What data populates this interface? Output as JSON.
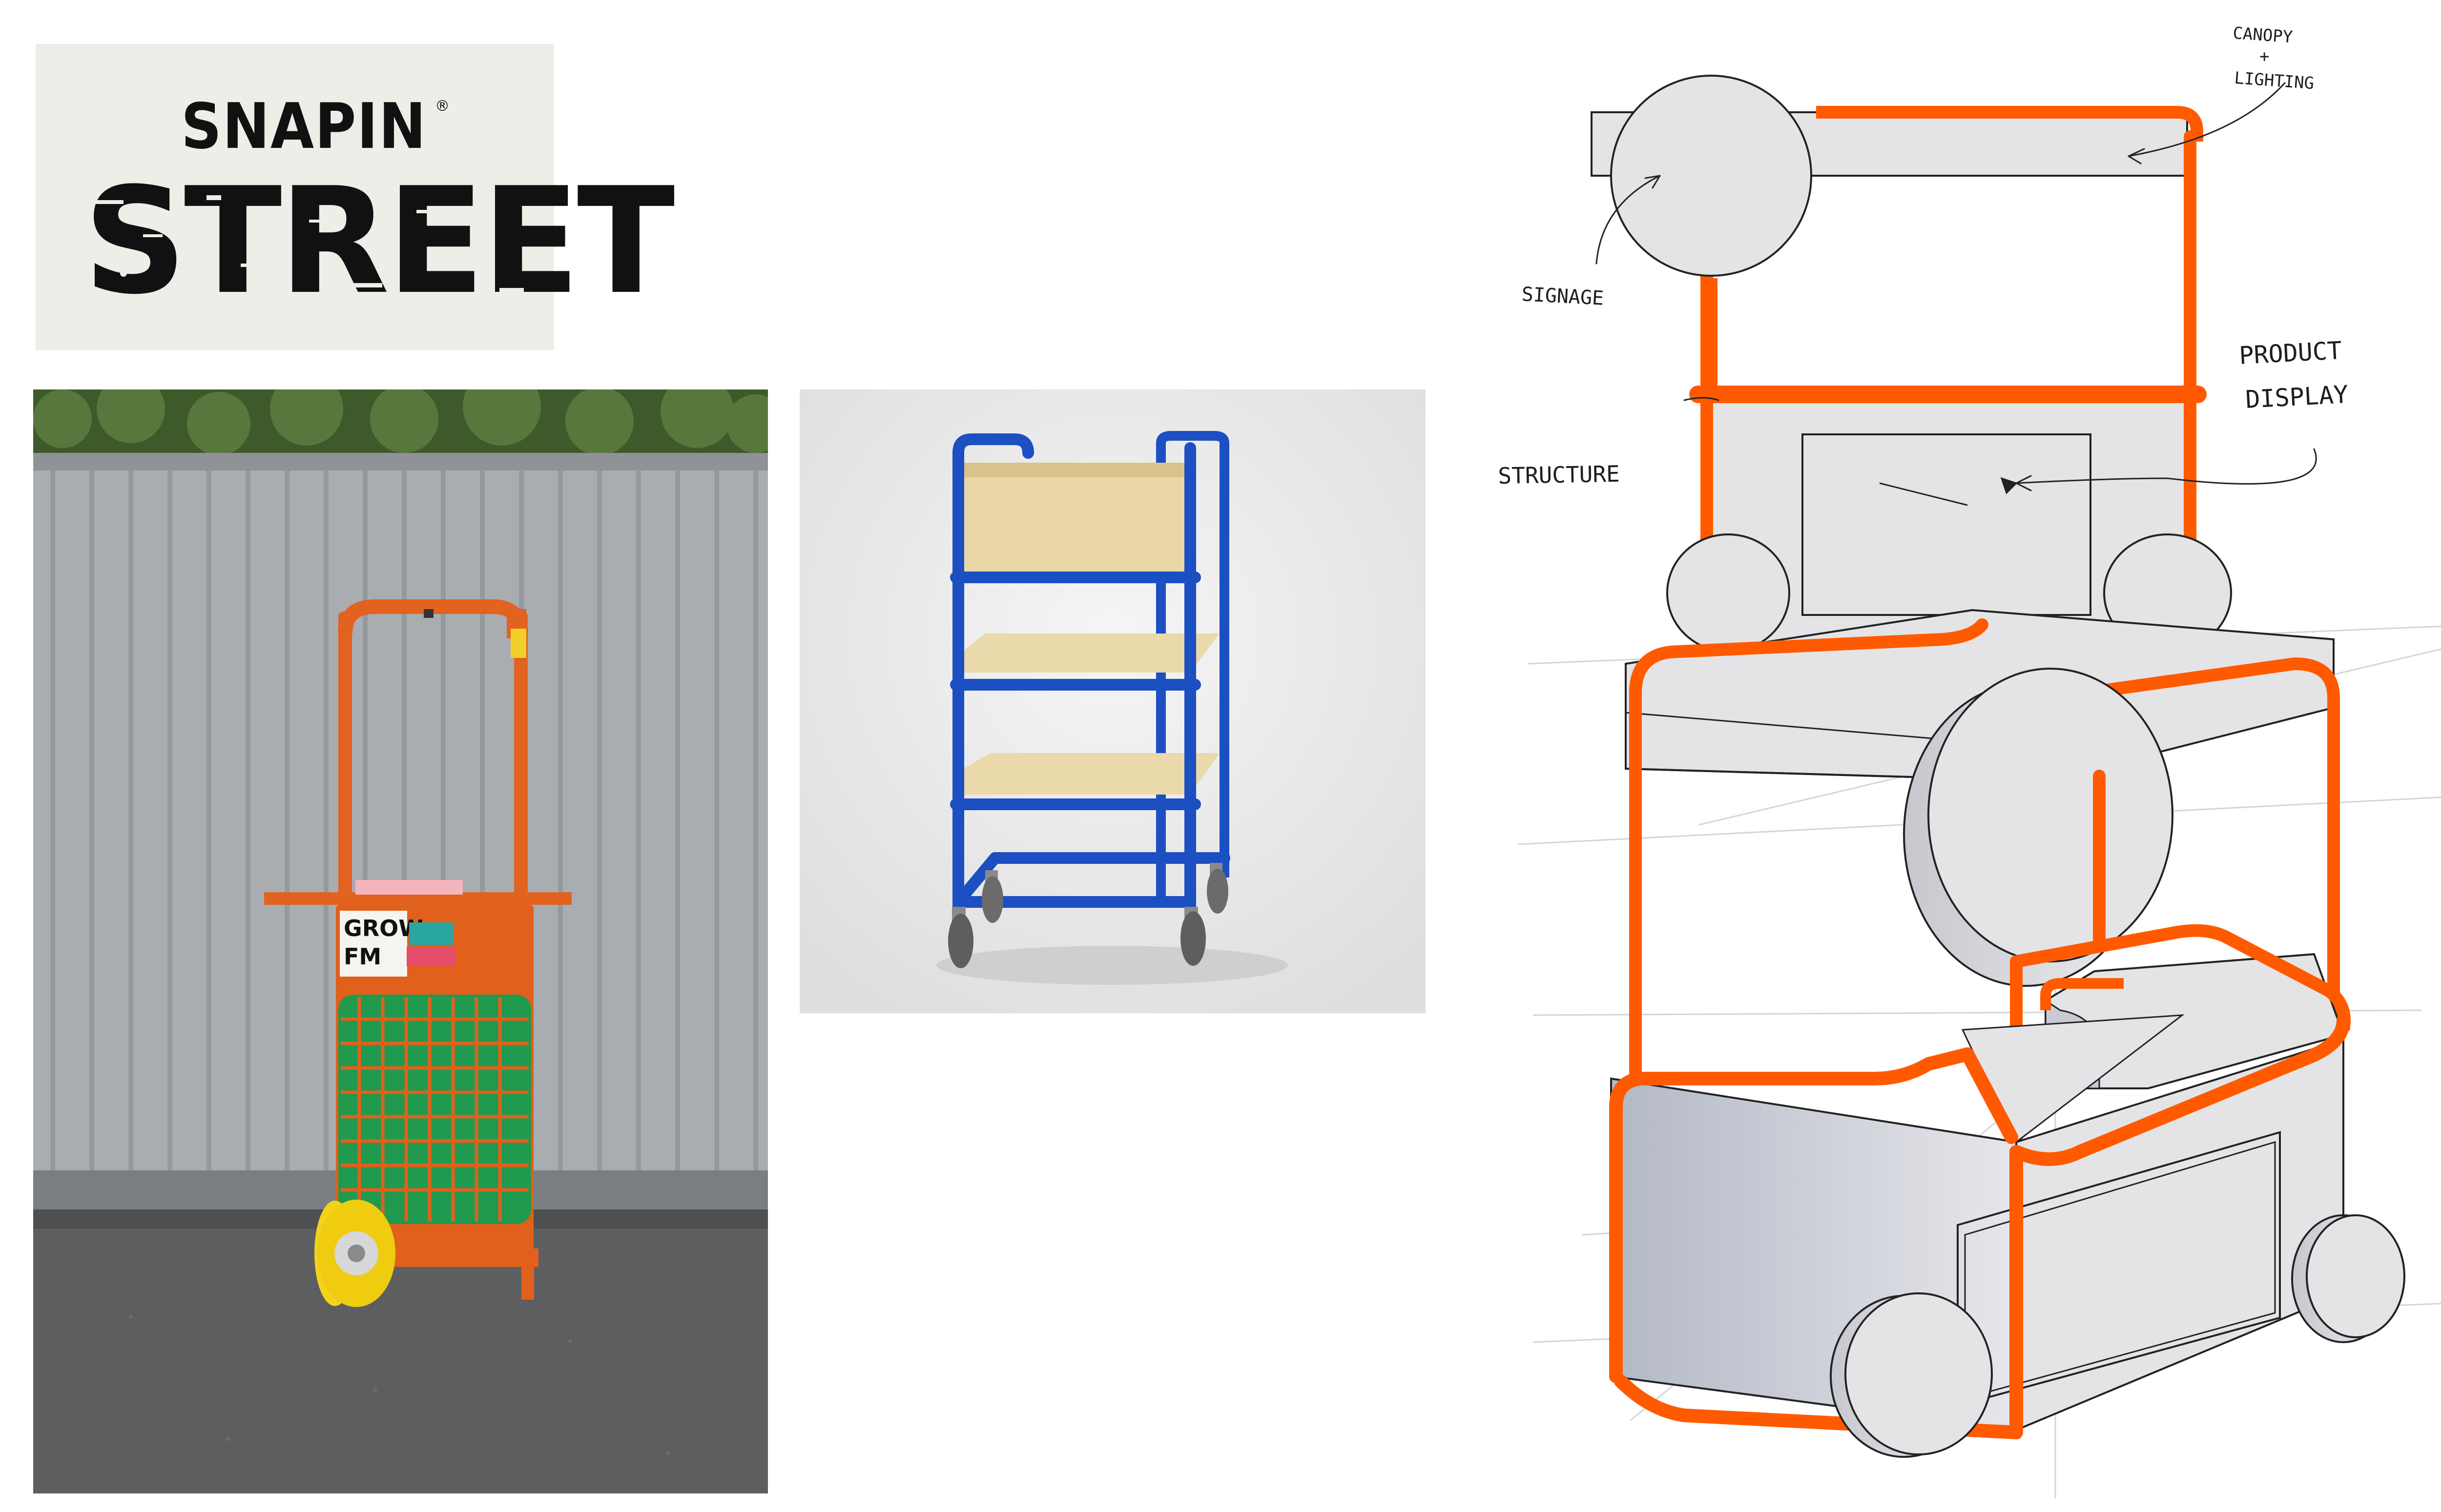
{
  "logo": {
    "top_word": "SNAPIN",
    "registered_mark": "®",
    "bottom_word": "STREET",
    "colors": {
      "background": "#eeede7",
      "ink": "#111111"
    }
  },
  "cart_photo": {
    "sticker_lines": [
      "GROW",
      "FM"
    ],
    "colors": {
      "frame": "#e2621f",
      "grid_panel": "#1f9a4f",
      "wheel": "#f2d31b",
      "container_wall": "#a9adb2",
      "asphalt": "#5d5e60"
    }
  },
  "trolley_photo": {
    "colors": {
      "frame": "#1c4fc2",
      "tray": "#e9d7a8",
      "background": "#ececec"
    }
  },
  "sketch": {
    "notes": {
      "canopy": "CANOPY",
      "plus": "+",
      "lighting": "LIGHTING",
      "signage": "SIGNAGE",
      "structure": "STRUCTURE",
      "product": "PRODUCT",
      "display": "DISPLAY"
    },
    "colors": {
      "frame": "#ff5a00",
      "outline": "#222222",
      "fill": "#e4e4e6",
      "shade": "#b7bcc8"
    }
  }
}
